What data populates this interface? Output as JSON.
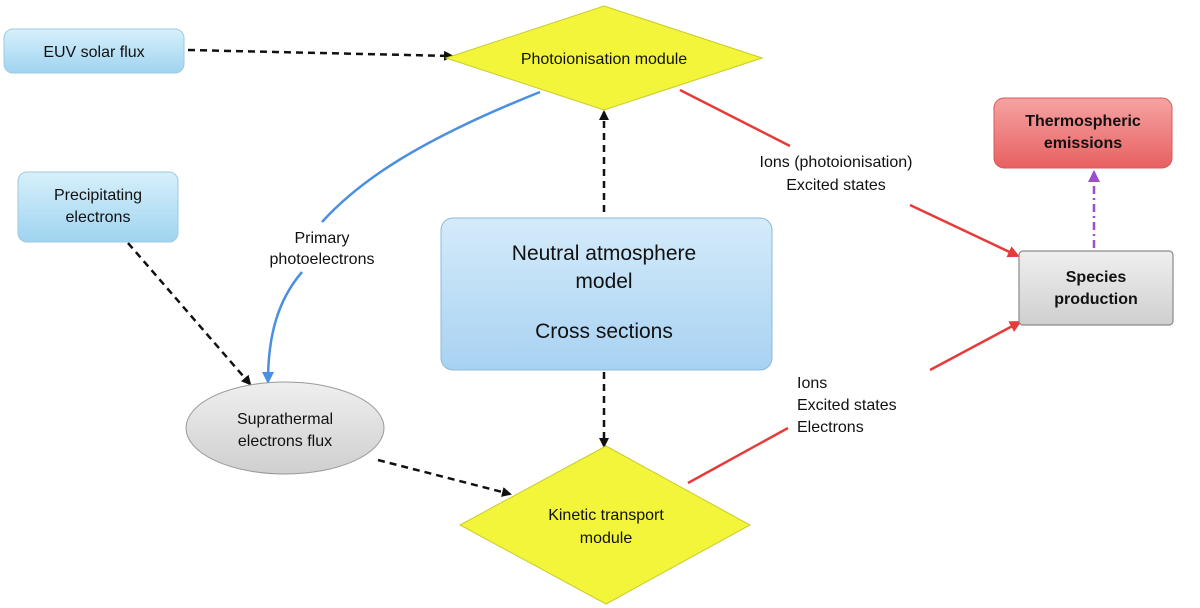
{
  "nodes": {
    "euv_solar_flux": {
      "label": "EUV solar flux"
    },
    "precipitating_electrons": {
      "line1": "Precipitating",
      "line2": "electrons"
    },
    "photoionisation_module": {
      "label": "Photoionisation module"
    },
    "neutral_atmosphere": {
      "line1": "Neutral atmosphere",
      "line2": "model",
      "line3": "Cross sections"
    },
    "suprathermal_flux": {
      "line1": "Suprathermal",
      "line2": "electrons flux"
    },
    "kinetic_transport": {
      "line1": "Kinetic transport",
      "line2": "module"
    },
    "species_production": {
      "line1": "Species",
      "line2": "production"
    },
    "thermospheric_emissions": {
      "line1": "Thermospheric",
      "line2": "emissions"
    }
  },
  "edge_labels": {
    "primary_photoelectrons": {
      "line1": "Primary",
      "line2": "photoelectrons"
    },
    "ions_photoionisation": {
      "line1": "Ions (photoionisation)",
      "line2": "Excited states"
    },
    "ions_excited_electrons": {
      "line1": "Ions",
      "line2": "Excited states",
      "line3": "Electrons"
    }
  },
  "colors": {
    "blue_box": "#a9dcf2",
    "yellow_diamond": "#f2f53a",
    "grey_box": "#d9d9d9",
    "red_box": "#ec6f6f",
    "red_arrow": "#e53b3b",
    "blue_arrow": "#4a8fe0",
    "purple_arrow": "#9b4fc9",
    "dashed_arrow": "#111111"
  }
}
